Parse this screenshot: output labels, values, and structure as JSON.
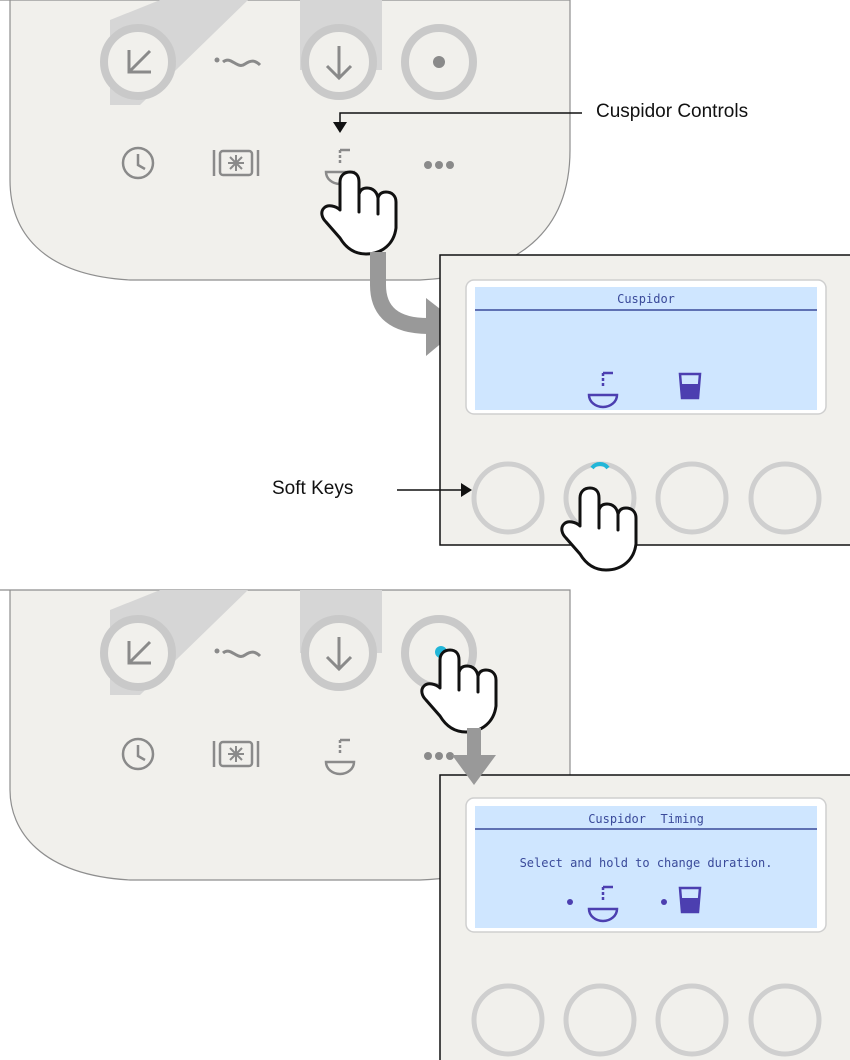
{
  "callouts": {
    "cuspidor_controls": "Cuspidor Controls",
    "soft_keys": "Soft Keys"
  },
  "screen1": {
    "title": "Cuspidor",
    "icons": [
      "cuspidor-bowl-icon",
      "cup-fill-icon"
    ]
  },
  "screen2": {
    "title": "Cuspidor  Timing",
    "message": "Select and hold to change duration.",
    "icons": [
      "cuspidor-bowl-icon",
      "cup-fill-icon"
    ]
  },
  "control_panel": {
    "top_row": [
      "chair-reclined-icon",
      "wave-icon",
      "down-arrow-icon",
      "record-dot-icon"
    ],
    "bottom_row": [
      "timer-icon",
      "light-icon",
      "cuspidor-icon",
      "more-icon"
    ]
  },
  "colors": {
    "panel_bg": "#f1f0ec",
    "panel_border": "#8e8e8e",
    "button_ring": "#c9c9c9",
    "glyph": "#8a8a8a",
    "lcd_bg": "#cfe6ff",
    "lcd_text": "#3a4a9a",
    "lcd_icon": "#4c3fb0",
    "cyan_led": "#22b6d8",
    "arrow_gray": "#999999"
  }
}
